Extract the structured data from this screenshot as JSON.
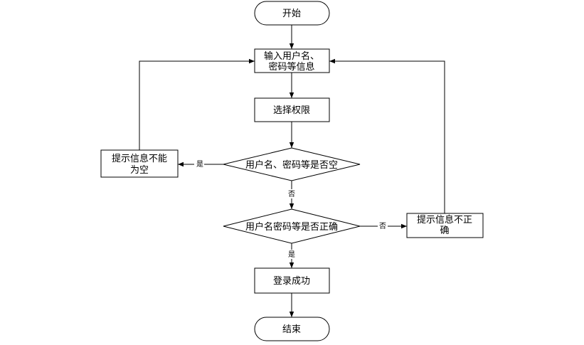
{
  "nodes": {
    "start": "开始",
    "input_line1": "输入用户名、",
    "input_line2": "密码等信息",
    "select_role": "选择权限",
    "check_empty": "用户名、密码等是否空",
    "empty_hint_line1": "提示信息不能",
    "empty_hint_line2": "为空",
    "check_correct": "用户名密码等是否正确",
    "wrong_hint_line1": "提示信息不正",
    "wrong_hint_line2": "确",
    "login_ok": "登录成功",
    "end": "结束"
  },
  "edge_labels": {
    "empty_yes": "是",
    "empty_no": "否",
    "correct_no": "否",
    "correct_yes": "是"
  }
}
